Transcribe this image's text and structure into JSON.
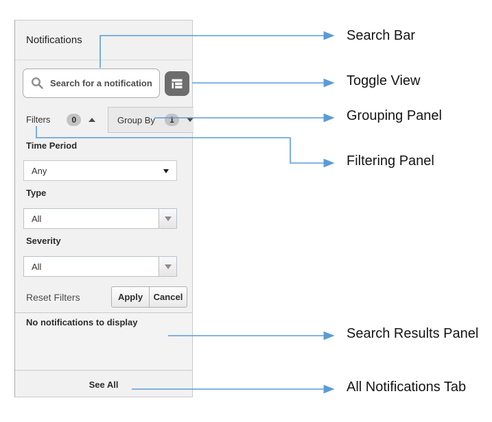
{
  "colors": {
    "annotation_blue": "#5b9bd5",
    "panel_background": "#f1f1f1",
    "toggle_button_gray": "#6d6d6d"
  },
  "panel": {
    "title": "Notifications",
    "search": {
      "placeholder": "Search for a notification",
      "icon": "search-icon"
    },
    "toggle_view": {
      "icon": "list-view-icon"
    },
    "tabs": {
      "filters": {
        "label": "Filters",
        "badge": "0",
        "caret": "up"
      },
      "group_by": {
        "label": "Group By",
        "badge": "1",
        "caret": "down"
      }
    },
    "filters_form": {
      "fields": [
        {
          "label": "Time Period",
          "value": "Any",
          "control": "select"
        },
        {
          "label": "Type",
          "value": "All",
          "control": "combobox"
        },
        {
          "label": "Severity",
          "value": "All",
          "control": "combobox"
        }
      ],
      "reset_label": "Reset Filters",
      "apply_label": "Apply",
      "cancel_label": "Cancel"
    },
    "results": {
      "empty_message": "No notifications to display"
    },
    "footer": {
      "see_all_label": "See All"
    }
  },
  "callouts": [
    {
      "label": "Search Bar"
    },
    {
      "label": "Toggle View"
    },
    {
      "label": "Grouping Panel"
    },
    {
      "label": "Filtering Panel"
    },
    {
      "label": "Search Results Panel"
    },
    {
      "label": "All Notifications Tab"
    }
  ]
}
